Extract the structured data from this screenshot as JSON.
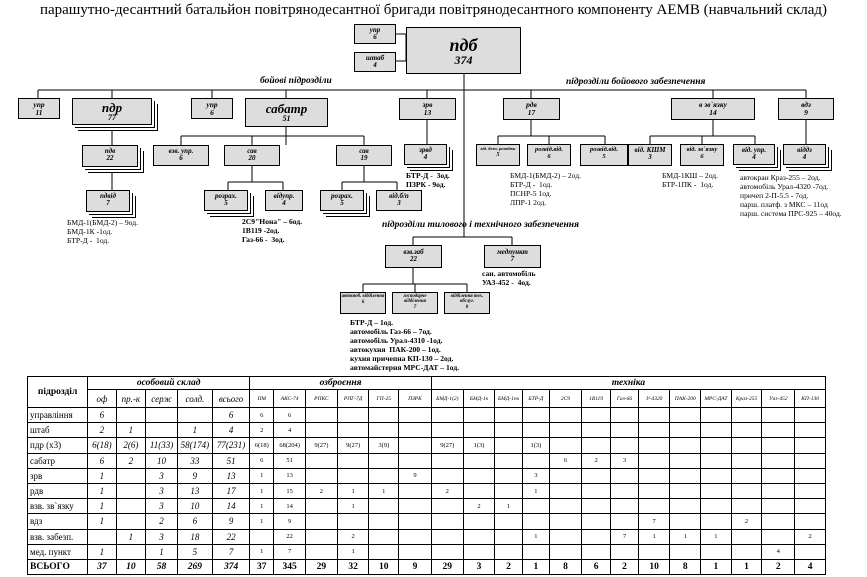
{
  "title": "парашутно-десантний батальйон повітрянодесантної бригади повітрянодесантного компоненту АЕМВ (навчальний склад)",
  "sections": {
    "combat": "бойові підрозділи",
    "combat_support": "підрозділи бойового забезпечення",
    "rear": "підрозділи тилового і технічного забезпечення"
  },
  "units": {
    "upr_top": {
      "label": "упр",
      "num": "6"
    },
    "shtab_top": {
      "label": "штаб",
      "num": "4"
    },
    "pdb": {
      "label": "пдб",
      "num": "374"
    },
    "upr11": {
      "label": "упр",
      "num": "11"
    },
    "pdr": {
      "label": "пдр",
      "num": "77"
    },
    "upr6": {
      "label": "упр",
      "num": "6"
    },
    "sabatr": {
      "label": "сабатр",
      "num": "51"
    },
    "zrv": {
      "label": "зрв",
      "num": "13"
    },
    "rdv": {
      "label": "рдв",
      "num": "17"
    },
    "vzv": {
      "label": "в зв`язку",
      "num": "14"
    },
    "vdz": {
      "label": "вдз",
      "num": "9"
    },
    "pdv": {
      "label": "пдв",
      "num": "22"
    },
    "vzvupr": {
      "label": "взв. упр.",
      "num": "6"
    },
    "sav20": {
      "label": "сав",
      "num": "20"
    },
    "sav19": {
      "label": "сав",
      "num": "19"
    },
    "zrvd": {
      "label": "зрвд",
      "num": "4"
    },
    "bpla": {
      "label": "від. безп. розвідки",
      "num": "5"
    },
    "rozvvid6": {
      "label": "розвід.від.",
      "num": "6"
    },
    "rozvvid5": {
      "label": "розвід.від.",
      "num": "5"
    },
    "kshm": {
      "label": "від. КШМ",
      "num": "3"
    },
    "vidzv": {
      "label": "від. зв`язку",
      "num": "6"
    },
    "vidupr": {
      "label": "від. упр.",
      "num": "4"
    },
    "viddz": {
      "label": "віддз",
      "num": "4"
    },
    "pdvid": {
      "label": "пдвід",
      "num": "7"
    },
    "rozrah1": {
      "label": "розрах.",
      "num": "5"
    },
    "vidupr4": {
      "label": "відупр.",
      "num": "4"
    },
    "rozrah2": {
      "label": "розрах.",
      "num": "5"
    },
    "vidbp": {
      "label": "від.б/п",
      "num": "3"
    },
    "vzvzab": {
      "label": "взв.заб",
      "num": "22"
    },
    "medpunkt": {
      "label": "медпункт",
      "num": "7"
    },
    "avto": {
      "label": "автомоб. відділення",
      "num": "6"
    },
    "gosp": {
      "label": "господарче відділення",
      "num": "7"
    },
    "tekh": {
      "label": "відділення тех. обслуг.",
      "num": "8"
    }
  },
  "notes": {
    "pdr": "БМД-1(БМД-2) – 9од.\nБМД-1К -1од.\nБТР-Д -  1од.",
    "sabatr": "2С9\"Нона\" – 6од.\n1В119 -2од.\nГаз-66 -  3од.",
    "zrv": "БТР-Д -  3од.\nПЗРК - 9од.",
    "rdv": "БМД-1(БМД-2) – 2од.\nБТР-Д -  1од.\nПСНР-5 1од.\nЛПР-1 2од.",
    "vzv": "БМД-1КШ – 2од.\nБТР-1ПК -  1од.",
    "vdz": "автокран Краз-255 – 2од.\nавтомобіль Урал-4320 -7од.\nпричеп 2-П-5.5 - 7од.\nпарш. платф. з МКС – 11од\nпарш. система ПРС-925 – 40од.",
    "med": "сан. автомобіль\nУАЗ-452 -  4од.",
    "rear": "БТР-Д – 1од.\nавтомобіль Газ-66 – 7од.\nавтомобіль Урал-4310 -1од.\nавтокухня  ПАК-200 – 1од.\nкухня причепна КП-130 – 2од.\nавтомайстерня МРС-ДАТ – 1од."
  },
  "table": {
    "corner": "підрозділ",
    "groups": [
      "особовий склад",
      "озброєння",
      "техніка"
    ],
    "cols": [
      "оф",
      "пр.-к",
      "серж",
      "солд.",
      "всього",
      "ПМ",
      "АКС-74",
      "РПКС",
      "РПГ-7Д",
      "ГП-25",
      "ПЗРК",
      "БМД-1(2)",
      "БМД-1к",
      "БМД-1пк",
      "БТР-Д",
      "2С9",
      "1В119",
      "Газ-66",
      "У-4320",
      "ПАК-200",
      "МРС-ДАТ",
      "Краз-255",
      "Уаз-452",
      "КП-130"
    ],
    "rows": [
      [
        "управління",
        "6",
        "",
        "",
        "",
        "6",
        "6",
        "6",
        "",
        "",
        "",
        "",
        "",
        "",
        "",
        "",
        "",
        "",
        "",
        "",
        "",
        "",
        "",
        "",
        ""
      ],
      [
        "штаб",
        "2",
        "1",
        "",
        "1",
        "4",
        "2",
        "4",
        "",
        "",
        "",
        "",
        "",
        "",
        "",
        "",
        "",
        "",
        "",
        "",
        "",
        "",
        "",
        "",
        ""
      ],
      [
        "пдр (х3)",
        "6(18)",
        "2(6)",
        "11(33)",
        "58(174)",
        "77(231)",
        "6(18)",
        "68(204)",
        "9(27)",
        "9(27)",
        "3(9)",
        "",
        "9(27)",
        "1(3)",
        "",
        "1(3)",
        "",
        "",
        "",
        "",
        "",
        "",
        "",
        "",
        ""
      ],
      [
        "сабатр",
        "6",
        "2",
        "10",
        "33",
        "51",
        "6",
        "51",
        "",
        "",
        "",
        "",
        "",
        "",
        "",
        "",
        "6",
        "2",
        "3",
        "",
        "",
        "",
        "",
        "",
        ""
      ],
      [
        "зрв",
        "1",
        "",
        "3",
        "9",
        "13",
        "1",
        "13",
        "",
        "",
        "",
        "9",
        "",
        "",
        "",
        "3",
        "",
        "",
        "",
        "",
        "",
        "",
        "",
        "",
        ""
      ],
      [
        "рдв",
        "1",
        "",
        "3",
        "13",
        "17",
        "1",
        "15",
        "2",
        "1",
        "1",
        "",
        "2",
        "",
        "",
        "1",
        "",
        "",
        "",
        "",
        "",
        "",
        "",
        "",
        ""
      ],
      [
        "взв. зв`язку",
        "1",
        "",
        "3",
        "10",
        "14",
        "1",
        "14",
        "",
        "1",
        "",
        "",
        "",
        "2",
        "1",
        "",
        "",
        "",
        "",
        "",
        "",
        "",
        "",
        "",
        ""
      ],
      [
        "вдз",
        "1",
        "",
        "2",
        "6",
        "9",
        "1",
        "9",
        "",
        "",
        "",
        "",
        "",
        "",
        "",
        "",
        "",
        "",
        "",
        "7",
        "",
        "",
        "2",
        "",
        ""
      ],
      [
        "взв. забезп.",
        "",
        "1",
        "3",
        "18",
        "22",
        "",
        "22",
        "",
        "2",
        "",
        "",
        "",
        "",
        "",
        "1",
        "",
        "",
        "7",
        "1",
        "1",
        "1",
        "",
        "",
        "2"
      ],
      [
        "мед. пункт",
        "1",
        "",
        "1",
        "5",
        "7",
        "1",
        "7",
        "",
        "1",
        "",
        "",
        "",
        "",
        "",
        "",
        "",
        "",
        "",
        "",
        "",
        "",
        "",
        "4",
        ""
      ],
      [
        "ВСЬОГО",
        "37",
        "10",
        "58",
        "269",
        "374",
        "37",
        "345",
        "29",
        "32",
        "10",
        "9",
        "29",
        "3",
        "2",
        "1",
        "8",
        "6",
        "2",
        "10",
        "8",
        "1",
        "1",
        "2",
        "4",
        "2"
      ]
    ]
  }
}
